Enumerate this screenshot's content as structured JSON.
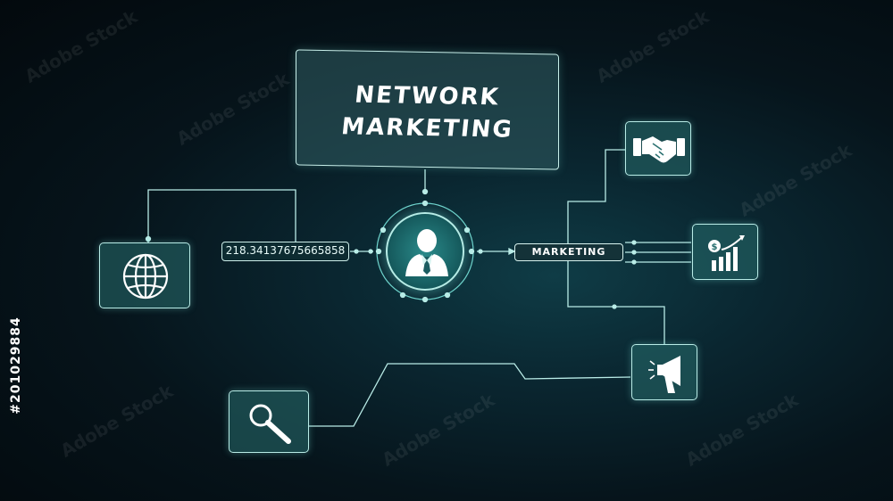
{
  "title": {
    "line1": "NETWORK",
    "line2": "MARKETING"
  },
  "center_icon": "businessman-icon",
  "left_label": "218.34137675665858",
  "right_label": "MARKETING",
  "nodes": [
    {
      "id": "globe",
      "icon": "globe-icon"
    },
    {
      "id": "handshake",
      "icon": "handshake-icon"
    },
    {
      "id": "growth",
      "icon": "money-growth-chart-icon"
    },
    {
      "id": "megaphone",
      "icon": "megaphone-icon"
    },
    {
      "id": "search",
      "icon": "magnifying-glass-icon"
    }
  ],
  "watermark": {
    "text": "Adobe Stock",
    "id": "#201029884"
  },
  "colors": {
    "line": "#b9ece7",
    "node_fill": "#2a7070",
    "background": "#06141b"
  }
}
